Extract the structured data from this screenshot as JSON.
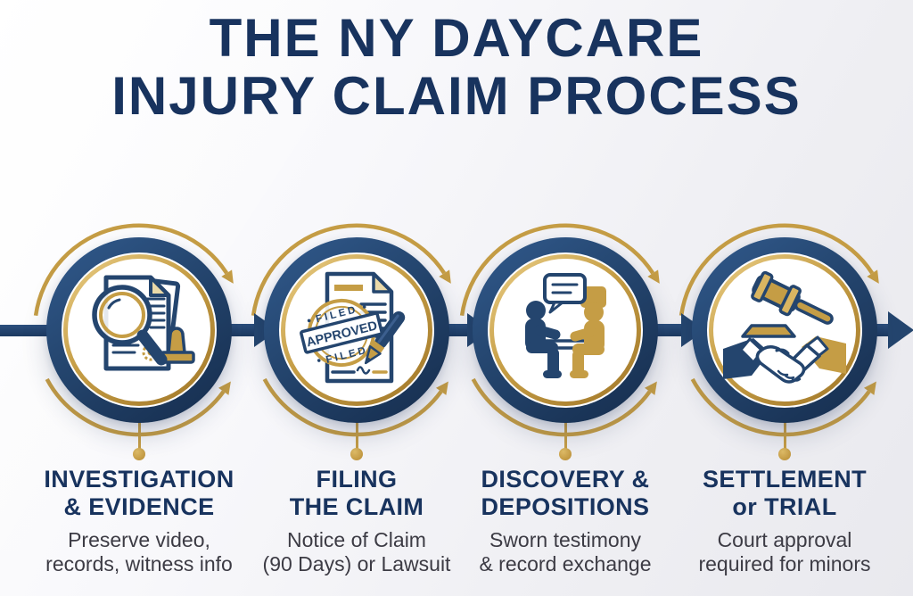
{
  "title": {
    "line1": "THE NY DAYCARE",
    "line2": "INJURY CLAIM PROCESS"
  },
  "colors": {
    "navy": "#24456e",
    "navy_dark": "#152c4c",
    "gold": "#c59d45",
    "gold_dark": "#a07628",
    "title_navy": "#18335e",
    "description_gray": "#3c3b44",
    "background": "#efeff3"
  },
  "timeline": {
    "direction": "left-to-right",
    "step_count": 4,
    "start_connector": "line",
    "end_connector": "arrow"
  },
  "steps": [
    {
      "heading_line1": "INVESTIGATION",
      "heading_line2": "& EVIDENCE",
      "desc_line1": "Preserve video,",
      "desc_line2": "records, witness info",
      "icon": "magnifying-glass-documents-icon"
    },
    {
      "heading_line1": "FILING",
      "heading_line2": "THE CLAIM",
      "desc_line1": "Notice of Claim",
      "desc_line2": "(90 Days) or Lawsuit",
      "icon": "filed-approved-stamp-pen-icon",
      "stamp": {
        "top": "FILED",
        "middle": "APPROVED",
        "bottom": "FILED"
      }
    },
    {
      "heading_line1": "DISCOVERY &",
      "heading_line2": "DEPOSITIONS",
      "desc_line1": "Sworn testimony",
      "desc_line2": "& record exchange",
      "icon": "deposition-conversation-icon"
    },
    {
      "heading_line1": "SETTLEMENT",
      "heading_line2": "or TRIAL",
      "desc_line1": "Court approval",
      "desc_line2": "required for minors",
      "icon": "gavel-handshake-icon"
    }
  ]
}
